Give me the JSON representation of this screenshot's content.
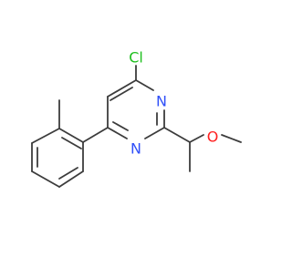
{
  "molecule": {
    "atoms": [
      {
        "id": "Cl",
        "label": "Cl",
        "color": "#1fbf1f"
      },
      {
        "id": "N1",
        "label": "N",
        "color": "#3050f8"
      },
      {
        "id": "N3",
        "label": "N",
        "color": "#3050f8"
      },
      {
        "id": "O",
        "label": "O",
        "color": "#ff2020"
      }
    ],
    "bond_color": "#3c3c3c"
  }
}
